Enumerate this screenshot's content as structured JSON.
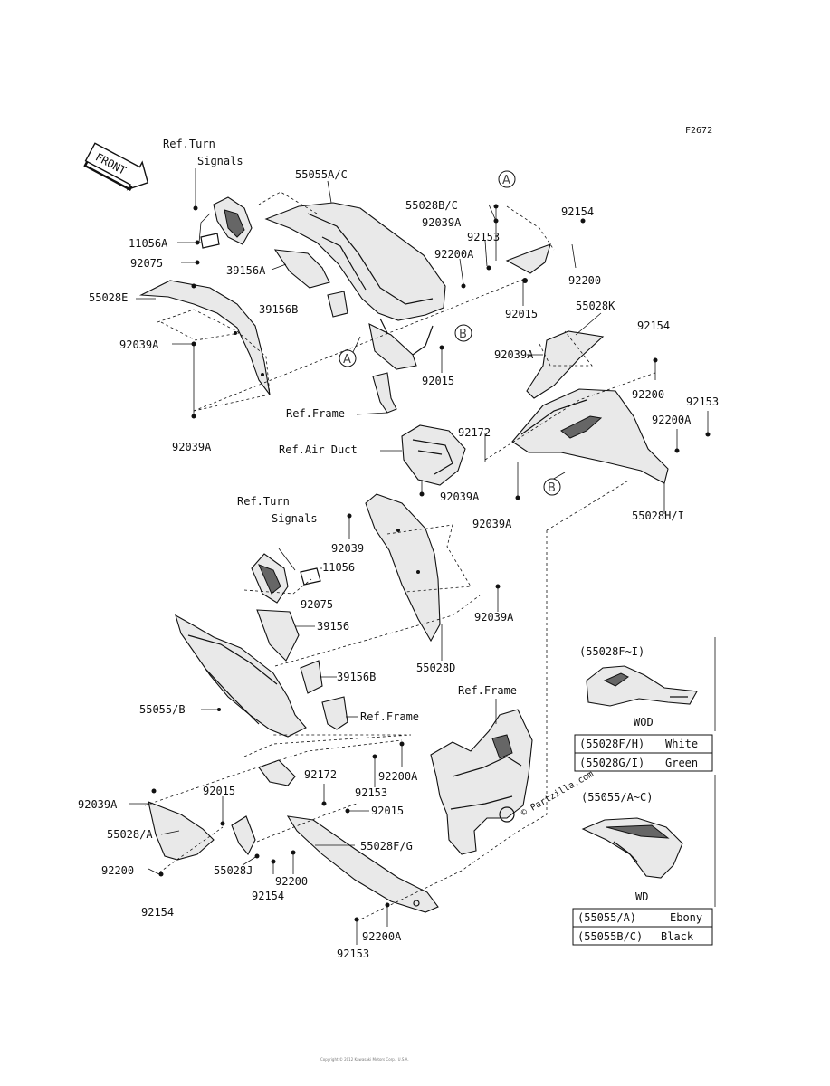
{
  "figure_code": "F2672",
  "front_label": "FRONT",
  "watermark": "© Partzilla.com",
  "footer_text": "Copyright © 2012 Kawasaki Motors Corp., U.S.A.",
  "callouts": {
    "A": "A",
    "B": "B"
  },
  "labels": {
    "ref_turn_signals_top": [
      "Ref.Turn",
      "Signals"
    ],
    "ref_turn_signals_mid": [
      "Ref.Turn",
      "Signals"
    ],
    "p55055AC": "55055A/C",
    "p11056A": "11056A",
    "p92075_top": "92075",
    "p39156A": "39156A",
    "p55028E": "55028E",
    "p39156B_top": "39156B",
    "p92039A_left": "92039A",
    "p92039A_bottom_left": "92039A",
    "ref_frame_top": "Ref.Frame",
    "ref_air_duct": "Ref.Air Duct",
    "p55028BC": "55028B/C",
    "p92039A_top": "92039A",
    "p92153_top": "92153",
    "p92200A_top": "92200A",
    "p92154_top": "92154",
    "p92200_top": "92200",
    "p92015_top": "92015",
    "p92015_mid": "92015",
    "p55028K": "55028K",
    "p92154_right": "92154",
    "p92039A_right": "92039A",
    "p92200_right": "92200",
    "p92153_right": "92153",
    "p92200A_right": "92200A",
    "p92172_top": "92172",
    "p92039A_center": "92039A",
    "p55028HI": "55028H/I",
    "p92039": "92039",
    "p92039A_center2": "92039A",
    "p11056": "11056",
    "p92075_mid": "92075",
    "p39156": "39156",
    "p92039A_center3": "92039A",
    "p39156B_mid": "39156B",
    "p55028D": "55028D",
    "p55055B": "55055/B",
    "ref_frame_mid": "Ref.Frame",
    "ref_frame_bottom": "Ref.Frame",
    "p92172_bottom": "92172",
    "p92200A_bottom": "92200A",
    "p92153_mid": "92153",
    "p92039A_lower": "92039A",
    "p92015_lower": "92015",
    "p92015_lower2": "92015",
    "p55028A": "55028/A",
    "p55028FG": "55028F/G",
    "p92200_lower": "92200",
    "p55028J": "55028J",
    "p92200_lower2": "92200",
    "p92154_lower": "92154",
    "p92154_bottom": "92154",
    "p92200A_lowest": "92200A",
    "p92153_bottom": "92153"
  },
  "legend_wod": {
    "heading": "(55028F~I)",
    "variant_code": "WOD",
    "rows": [
      {
        "part": "(55028F/H)",
        "color": "White"
      },
      {
        "part": "(55028G/I)",
        "color": "Green"
      }
    ]
  },
  "legend_wd": {
    "heading": "(55055/A~C)",
    "variant_code": "WD",
    "rows": [
      {
        "part": "(55055/A)",
        "color": "Ebony"
      },
      {
        "part": "(55055B/C)",
        "color": "Black"
      }
    ]
  }
}
